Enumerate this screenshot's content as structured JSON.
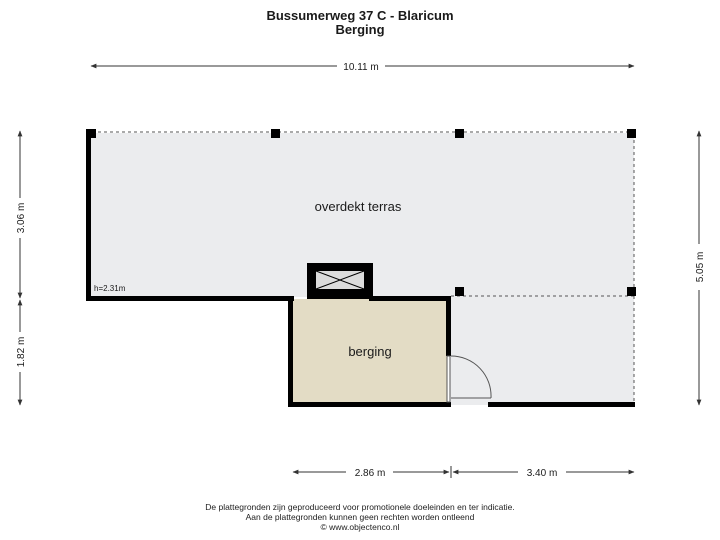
{
  "header": {
    "address": "Bussumerweg 37 C - Blaricum",
    "floor": "Berging"
  },
  "rooms": {
    "terrace_label": "overdekt terras",
    "storage_label": "berging",
    "ceiling_height": "h=2.31m"
  },
  "dimensions": {
    "total_width": "10.11 m",
    "terrace_depth": "3.06 m",
    "storage_depth": "1.82 m",
    "total_depth": "5.05 m",
    "storage_width": "2.86 m",
    "extension_width": "3.40 m"
  },
  "footer": {
    "line1": "De plattegronden zijn geproduceerd voor promotionele doeleinden en ter indicatie.",
    "line2": "Aan de plattegronden kunnen geen rechten worden ontleend",
    "line3": "© www.objectenco.nl"
  },
  "colors": {
    "wall": "#000000",
    "floor": "#ebecee",
    "storage_floor": "#e3dcc5",
    "dimension_line": "#333333"
  }
}
